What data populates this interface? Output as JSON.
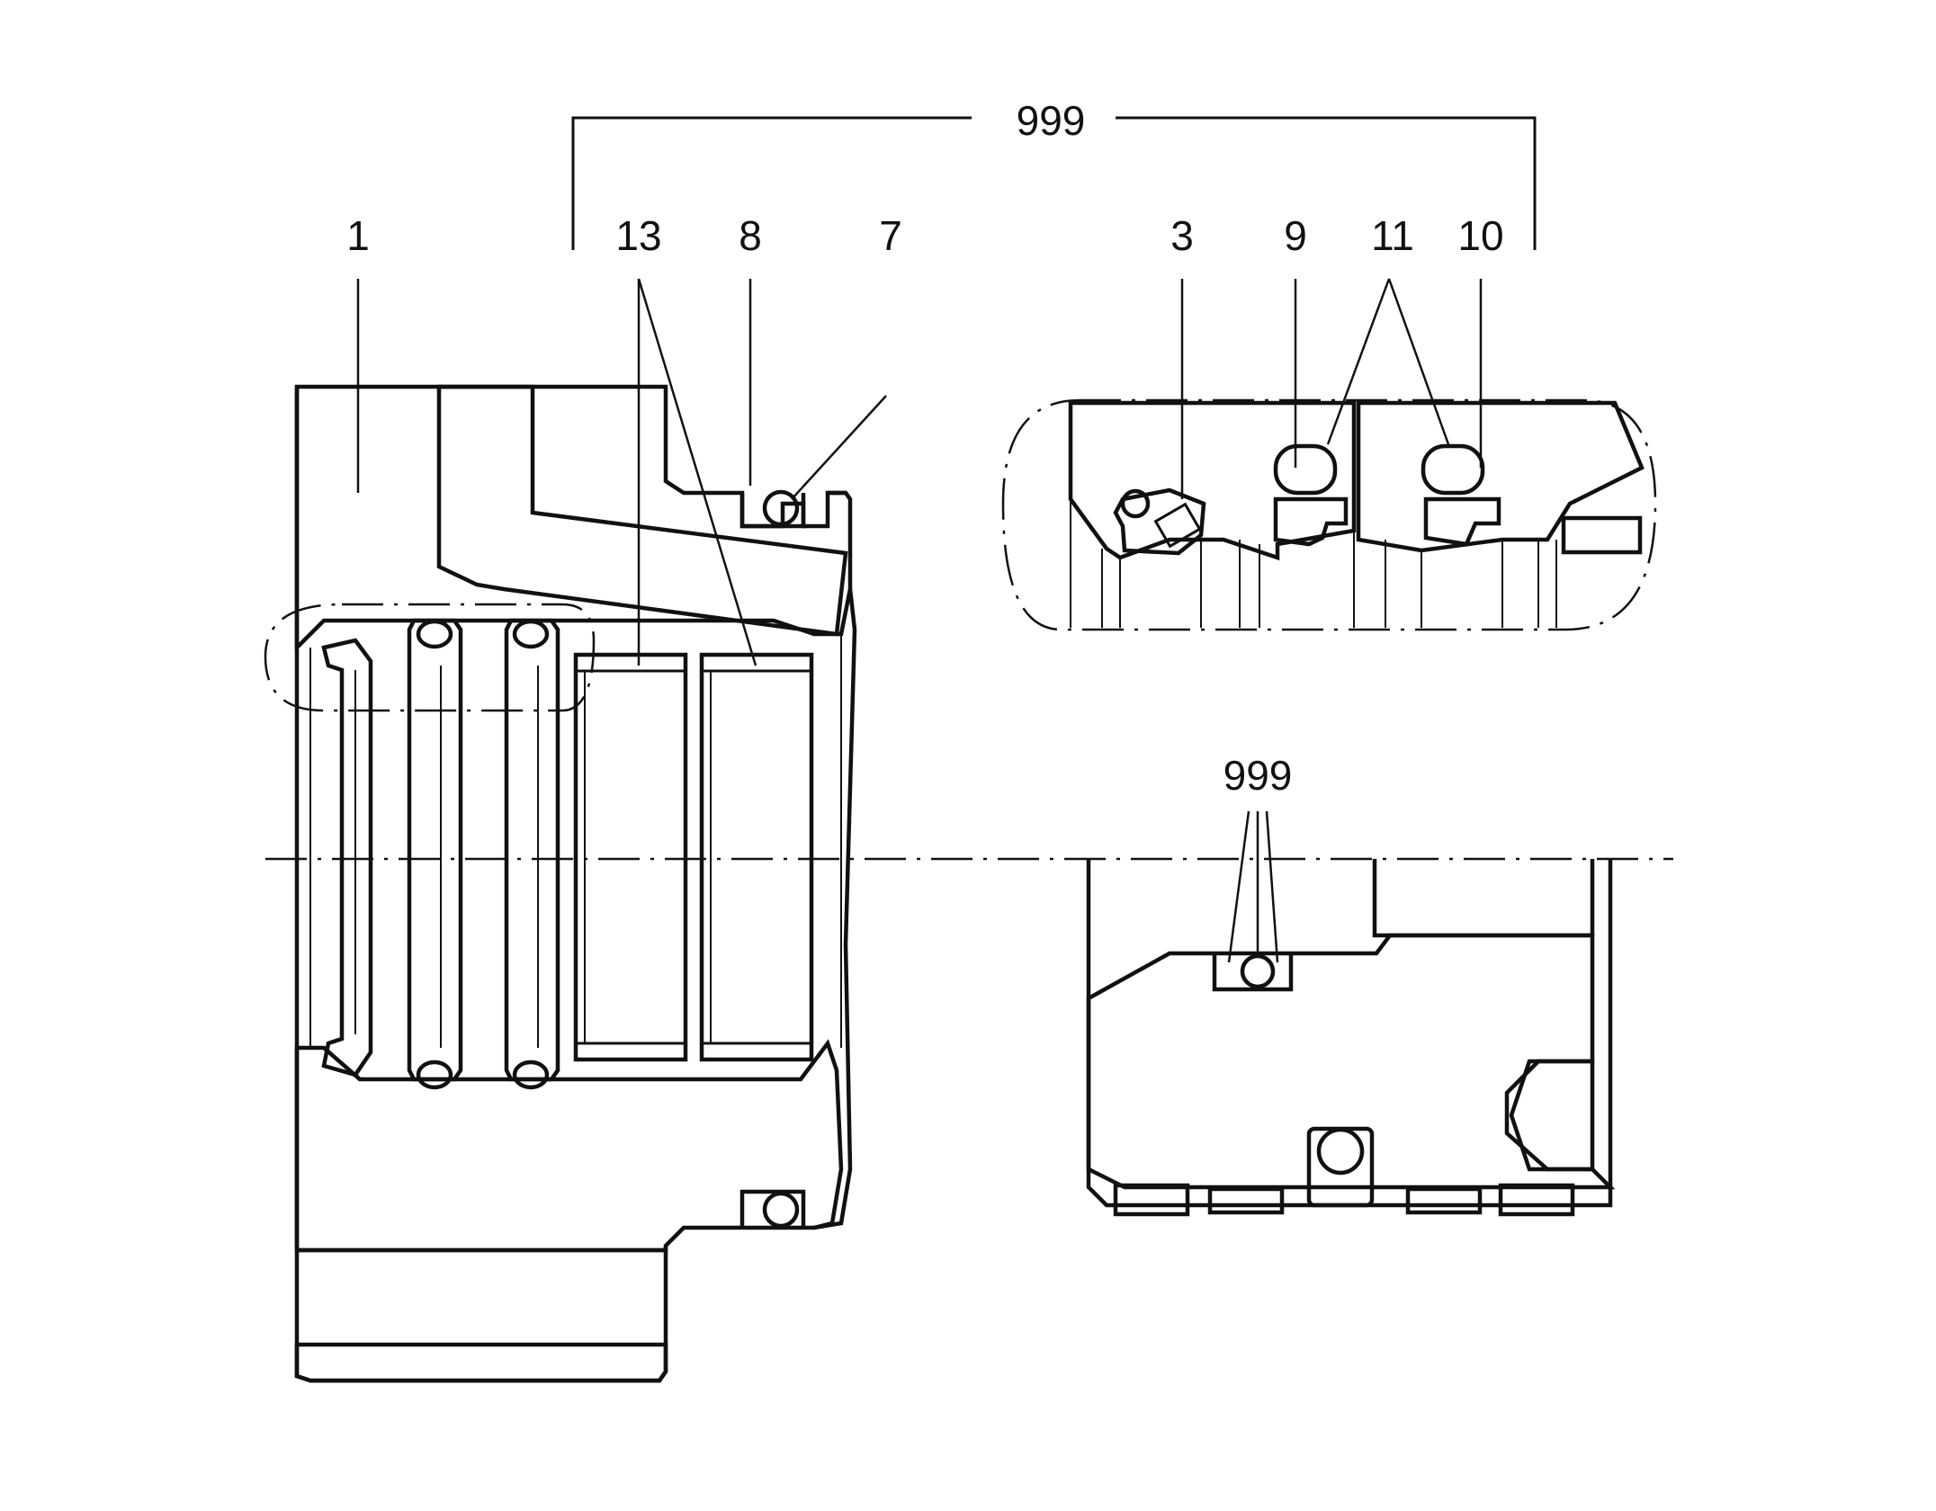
{
  "callouts": {
    "top_group": "999",
    "c1": "1",
    "c13": "13",
    "c8": "8",
    "c7": "7",
    "c3": "3",
    "c9": "9",
    "c11": "11",
    "c10": "10",
    "bottom_group": "999"
  },
  "colors": {
    "line": "#111111",
    "background": "#ffffff"
  }
}
